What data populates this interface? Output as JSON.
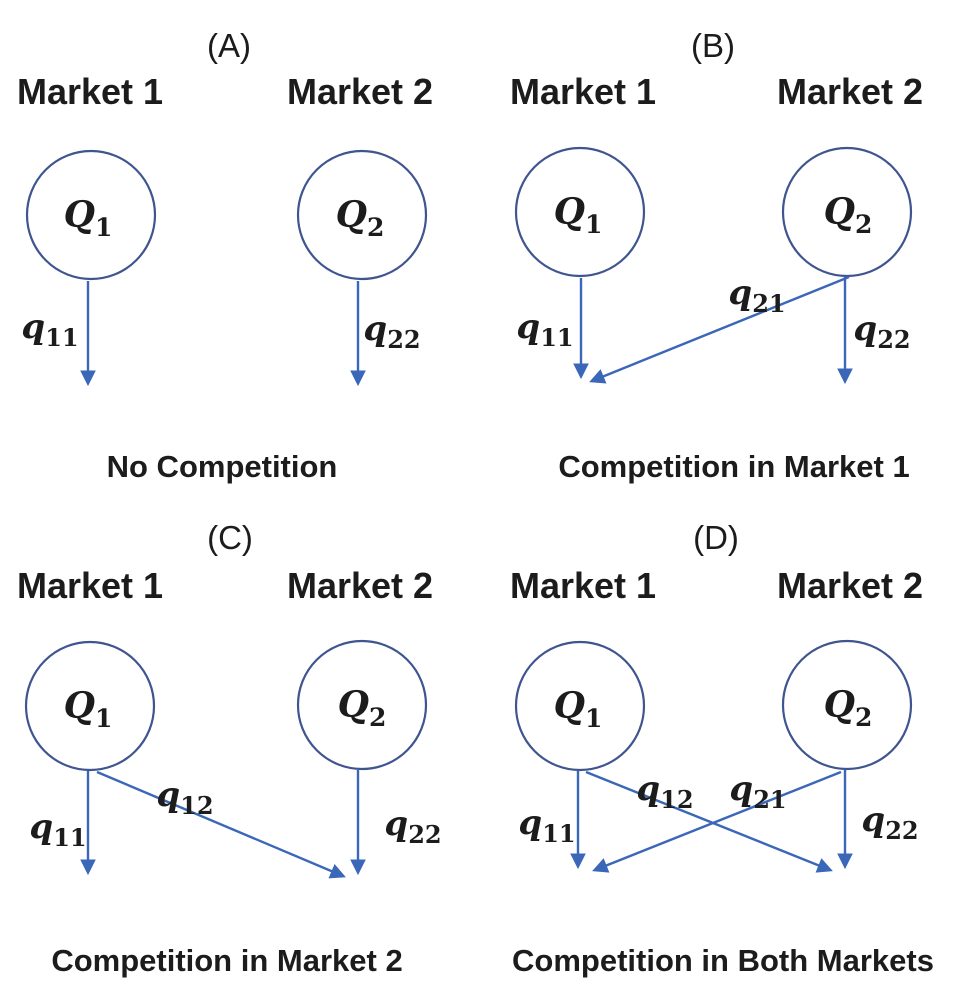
{
  "colors": {
    "node_stroke": "#3f5590",
    "arrow": "#3a67b8",
    "text": "#1c1c1c",
    "background": "#ffffff"
  },
  "panels": [
    {
      "tag": "(A)",
      "caption": "No Competition",
      "markets": [
        "Market 1",
        "Market 2"
      ],
      "nodes": [
        {
          "base": "Q",
          "sub": "1"
        },
        {
          "base": "Q",
          "sub": "2"
        }
      ],
      "edges": [
        {
          "from": "Q1",
          "to": "Market 1",
          "label": {
            "base": "q",
            "sub": "11"
          }
        },
        {
          "from": "Q2",
          "to": "Market 2",
          "label": {
            "base": "q",
            "sub": "22"
          }
        }
      ]
    },
    {
      "tag": "(B)",
      "caption": "Competition in Market 1",
      "markets": [
        "Market 1",
        "Market 2"
      ],
      "nodes": [
        {
          "base": "Q",
          "sub": "1"
        },
        {
          "base": "Q",
          "sub": "2"
        }
      ],
      "edges": [
        {
          "from": "Q1",
          "to": "Market 1",
          "label": {
            "base": "q",
            "sub": "11"
          }
        },
        {
          "from": "Q2",
          "to": "Market 1",
          "label": {
            "base": "q",
            "sub": "21"
          }
        },
        {
          "from": "Q2",
          "to": "Market 2",
          "label": {
            "base": "q",
            "sub": "22"
          }
        }
      ]
    },
    {
      "tag": "(C)",
      "caption": "Competition in Market 2",
      "markets": [
        "Market 1",
        "Market 2"
      ],
      "nodes": [
        {
          "base": "Q",
          "sub": "1"
        },
        {
          "base": "Q",
          "sub": "2"
        }
      ],
      "edges": [
        {
          "from": "Q1",
          "to": "Market 1",
          "label": {
            "base": "q",
            "sub": "11"
          }
        },
        {
          "from": "Q1",
          "to": "Market 2",
          "label": {
            "base": "q",
            "sub": "12"
          }
        },
        {
          "from": "Q2",
          "to": "Market 2",
          "label": {
            "base": "q",
            "sub": "22"
          }
        }
      ]
    },
    {
      "tag": "(D)",
      "caption": "Competition in Both Markets",
      "markets": [
        "Market 1",
        "Market 2"
      ],
      "nodes": [
        {
          "base": "Q",
          "sub": "1"
        },
        {
          "base": "Q",
          "sub": "2"
        }
      ],
      "edges": [
        {
          "from": "Q1",
          "to": "Market 1",
          "label": {
            "base": "q",
            "sub": "11"
          }
        },
        {
          "from": "Q1",
          "to": "Market 2",
          "label": {
            "base": "q",
            "sub": "12"
          }
        },
        {
          "from": "Q2",
          "to": "Market 1",
          "label": {
            "base": "q",
            "sub": "21"
          }
        },
        {
          "from": "Q2",
          "to": "Market 2",
          "label": {
            "base": "q",
            "sub": "22"
          }
        }
      ]
    }
  ]
}
